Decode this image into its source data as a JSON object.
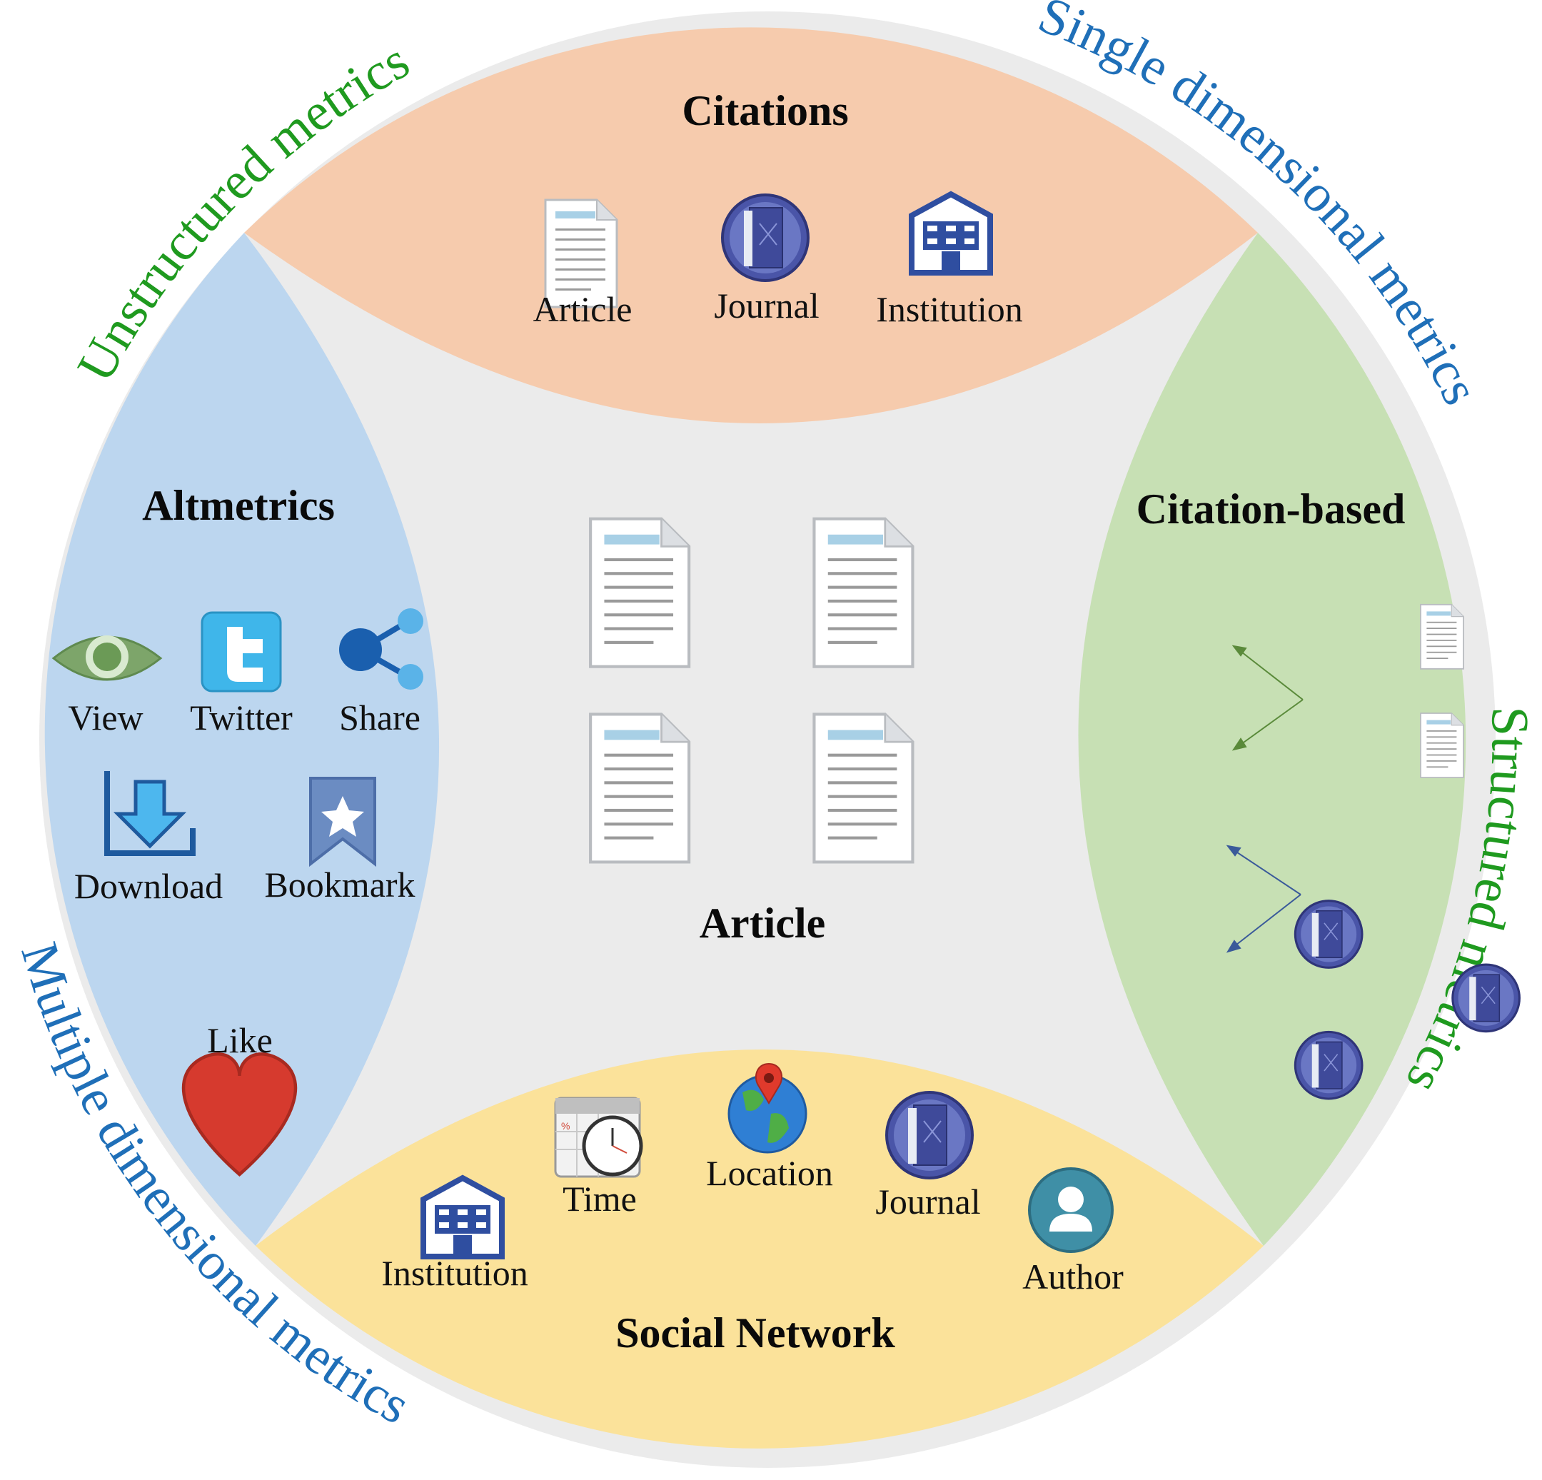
{
  "outer_labels": {
    "top_left": "Unstructured metrics",
    "top_right": "Single dimensional metrics",
    "bottom_right": "Structured metrics",
    "bottom_left": "Multiple dimensional metrics"
  },
  "regions": {
    "top": {
      "title": "Citations",
      "color": "#f6cbad",
      "items": [
        {
          "label": "Article",
          "icon": "document-icon"
        },
        {
          "label": "Journal",
          "icon": "journal-icon"
        },
        {
          "label": "Institution",
          "icon": "building-icon"
        }
      ]
    },
    "left": {
      "title": "Altmetrics",
      "color": "#bcd6ef",
      "items": [
        {
          "label": "View",
          "icon": "eye-icon"
        },
        {
          "label": "Twitter",
          "icon": "twitter-icon"
        },
        {
          "label": "Share",
          "icon": "share-icon"
        },
        {
          "label": "Download",
          "icon": "download-icon"
        },
        {
          "label": "Bookmark",
          "icon": "bookmark-icon"
        },
        {
          "label": "Like",
          "icon": "heart-icon"
        }
      ]
    },
    "right": {
      "title": "Citation-based",
      "color": "#c7e0b4"
    },
    "bottom": {
      "title": "Social Network",
      "color": "#fbe29a",
      "items": [
        {
          "label": "Institution",
          "icon": "building-icon"
        },
        {
          "label": "Time",
          "icon": "calendar-clock-icon"
        },
        {
          "label": "Location",
          "icon": "globe-pin-icon"
        },
        {
          "label": "Journal",
          "icon": "journal-icon"
        },
        {
          "label": "Author",
          "icon": "user-icon"
        }
      ]
    },
    "center": {
      "title": "Article",
      "color": "#ebebeb"
    }
  },
  "colors": {
    "green_text": "#1f9a1f",
    "blue_text": "#1f6fb8"
  }
}
